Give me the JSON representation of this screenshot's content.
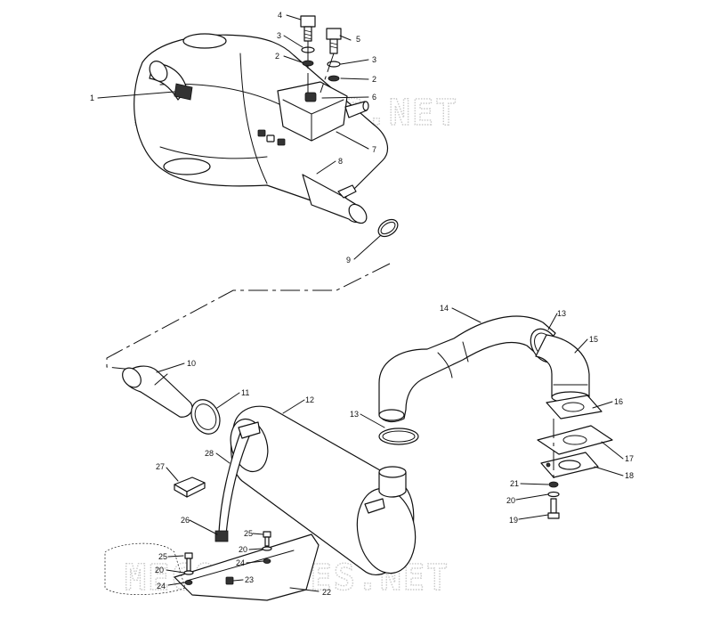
{
  "watermark": {
    "text": "MECOTECHES.NET"
  },
  "callouts": [
    {
      "id": "c4a",
      "text": "4"
    },
    {
      "id": "c3a",
      "text": "3"
    },
    {
      "id": "c5",
      "text": "5"
    },
    {
      "id": "c2a",
      "text": "2"
    },
    {
      "id": "c3b",
      "text": "3"
    },
    {
      "id": "c1",
      "text": "1"
    },
    {
      "id": "c2b",
      "text": "2"
    },
    {
      "id": "c6",
      "text": "6"
    },
    {
      "id": "c7",
      "text": "7"
    },
    {
      "id": "c8",
      "text": "8"
    },
    {
      "id": "c9",
      "text": "9"
    },
    {
      "id": "c14",
      "text": "14"
    },
    {
      "id": "c13a",
      "text": "13"
    },
    {
      "id": "c15",
      "text": "15"
    },
    {
      "id": "c10",
      "text": "10"
    },
    {
      "id": "c11",
      "text": "11"
    },
    {
      "id": "c12",
      "text": "12"
    },
    {
      "id": "c13b",
      "text": "13"
    },
    {
      "id": "c16",
      "text": "16"
    },
    {
      "id": "c17",
      "text": "17"
    },
    {
      "id": "c18",
      "text": "18"
    },
    {
      "id": "c21",
      "text": "21"
    },
    {
      "id": "c20a",
      "text": "20"
    },
    {
      "id": "c19",
      "text": "19"
    },
    {
      "id": "c27",
      "text": "27"
    },
    {
      "id": "c28",
      "text": "28"
    },
    {
      "id": "c26",
      "text": "26"
    },
    {
      "id": "c25a",
      "text": "25"
    },
    {
      "id": "c20b",
      "text": "20"
    },
    {
      "id": "c24a",
      "text": "24"
    },
    {
      "id": "c25b",
      "text": "25"
    },
    {
      "id": "c20c",
      "text": "20"
    },
    {
      "id": "c24b",
      "text": "24"
    },
    {
      "id": "c23",
      "text": "23"
    },
    {
      "id": "c22",
      "text": "22"
    }
  ]
}
